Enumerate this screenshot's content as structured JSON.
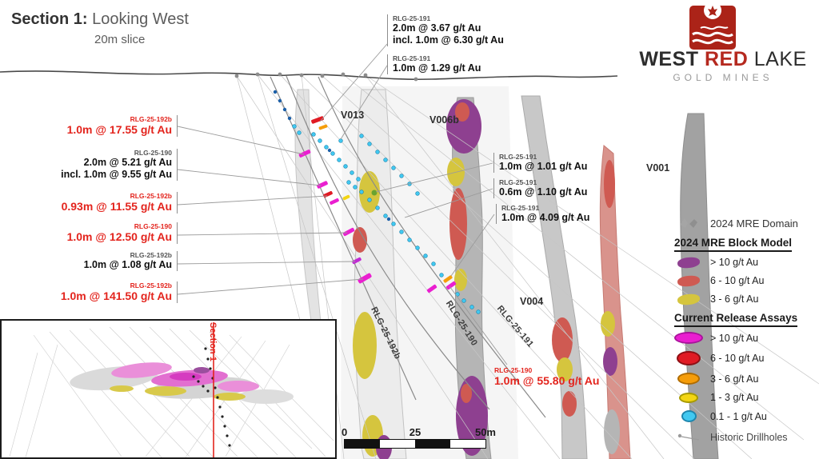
{
  "header": {
    "title_strong": "Section 1:",
    "title_rest": " Looking West",
    "subtitle": "20m slice"
  },
  "logo": {
    "west": "WEST ",
    "red": "RED",
    "lake": " LAKE",
    "tagline": "GOLD MINES",
    "brand_red": "#b5291f",
    "icon": "west-red-lake-wave-maple-logo"
  },
  "veins": {
    "v013": "V013",
    "v006b": "V006b",
    "v001": "V001",
    "v004": "V004"
  },
  "traces": {
    "t192b": "RLG-25-192b",
    "t190": "RLG-25-190",
    "t191": "RLG-25-191"
  },
  "accent_red": "#e3241d",
  "callouts": [
    {
      "hole": "RLG-25-191",
      "line1": "2.0m @ 3.67 g/t Au",
      "line2": "incl. 1.0m @ 6.30 g/t Au"
    },
    {
      "hole": "RLG-25-191",
      "line1": "1.0m @ 1.29 g/t Au"
    },
    {
      "hole": "RLG-25-192b",
      "line1": "1.0m @ 17.55 g/t Au"
    },
    {
      "hole": "RLG-25-190",
      "line1": "2.0m @ 5.21 g/t Au",
      "line2": "incl. 1.0m @ 9.55 g/t Au"
    },
    {
      "hole": "RLG-25-192b",
      "line1": "0.93m @ 11.55 g/t Au"
    },
    {
      "hole": "RLG-25-190",
      "line1": "1.0m @ 12.50 g/t Au"
    },
    {
      "hole": "RLG-25-192b",
      "line1": "1.0m @ 1.08 g/t Au"
    },
    {
      "hole": "RLG-25-192b",
      "line1": "1.0m @ 141.50 g/t Au"
    },
    {
      "hole": "RLG-25-191",
      "line1": "1.0m @ 1.01 g/t Au"
    },
    {
      "hole": "RLG-25-191",
      "line1": "0.6m @ 1.10 g/t Au"
    },
    {
      "hole": "RLG-25-191",
      "line1": "1.0m @ 4.09 g/t Au"
    },
    {
      "hole": "RLG-25-190",
      "line1": "1.0m @ 55.80 g/t Au"
    }
  ],
  "legend": {
    "domain": {
      "label": "2024 MRE Domain",
      "icon": "mre-domain-blobs-icon"
    },
    "block_model": {
      "title": "2024 MRE Block Model",
      "items": [
        {
          "label": "> 10 g/t Au",
          "color": "#8e4090"
        },
        {
          "label": "6 - 10 g/t Au",
          "color": "#cf5a52"
        },
        {
          "label": "3 - 6 g/t Au",
          "color": "#d5c53e"
        }
      ]
    },
    "assays": {
      "title": "Current Release Assays",
      "items": [
        {
          "label": "> 10 g/t Au",
          "color": "#ea1fd0"
        },
        {
          "label": "6 - 10 g/t Au",
          "color": "#e01b24"
        },
        {
          "label": "3 - 6 g/t Au",
          "color": "#f59d0a"
        },
        {
          "label": "1 - 3 g/t Au",
          "color": "#f3d514"
        },
        {
          "label": "0.1 - 1 g/t Au",
          "color": "#41c8f0"
        }
      ]
    },
    "historic": {
      "label": "Historic Drillholes",
      "icon": "historic-drillhole-icon"
    }
  },
  "scalebar": {
    "t0": "0",
    "t25": "25",
    "t50": "50m"
  },
  "inset": {
    "label": "Section 1"
  }
}
